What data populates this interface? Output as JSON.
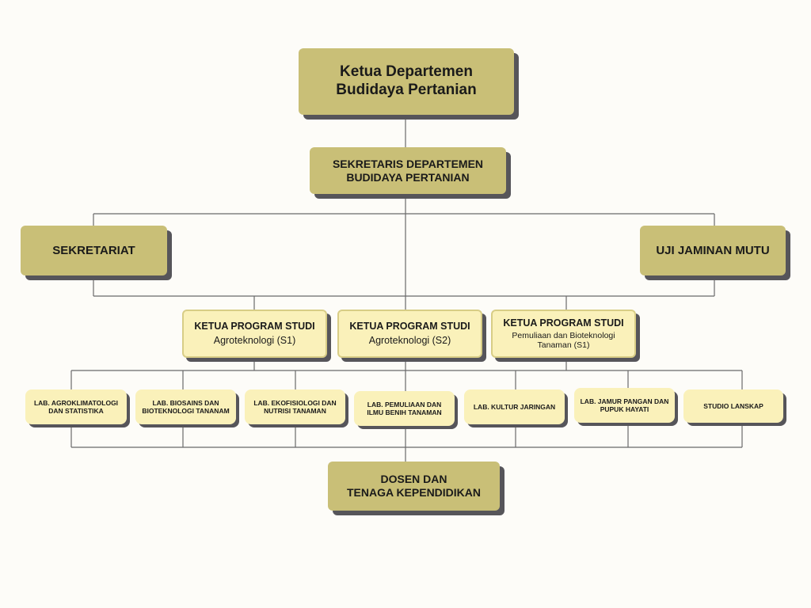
{
  "head": {
    "line1": "Ketua Departemen",
    "line2": "Budidaya Pertanian"
  },
  "secretary": {
    "line1": "SEKRETARIS DEPARTEMEN",
    "line2": "BUDIDAYA PERTANIAN"
  },
  "secretariat": {
    "label": "SEKRETARIAT"
  },
  "quality": {
    "label": "UJI JAMINAN MUTU"
  },
  "programs": [
    {
      "title": "KETUA PROGRAM STUDI",
      "line1": "Agroteknologi (S1)"
    },
    {
      "title": "KETUA PROGRAM STUDI",
      "line1": "Agroteknologi (S2)"
    },
    {
      "title": "KETUA PROGRAM STUDI",
      "line1": "Pemuliaan dan Bioteknologi",
      "line2": "Tanaman (S1)"
    }
  ],
  "labs": [
    {
      "line1": "LAB. AGROKLIMATOLOGI",
      "line2": "DAN STATISTIKA"
    },
    {
      "line1": "LAB. BIOSAINS DAN",
      "line2": "BIOTEKNOLOGI TANANAM"
    },
    {
      "line1": "LAB. EKOFISIOLOGI DAN",
      "line2": "NUTRISI TANAMAN"
    },
    {
      "line1": "LAB. PEMULIAAN DAN",
      "line2": "ILMU BENIH TANAMAN"
    },
    {
      "line1": "LAB. KULTUR JARINGAN"
    },
    {
      "line1": "LAB. JAMUR PANGAN DAN",
      "line2": "PUPUK HAYATI"
    },
    {
      "line1": "STUDIO LANSKAP"
    }
  ],
  "staff": {
    "line1": "DOSEN DAN",
    "line2": "TENAGA KEPENDIDIKAN"
  }
}
